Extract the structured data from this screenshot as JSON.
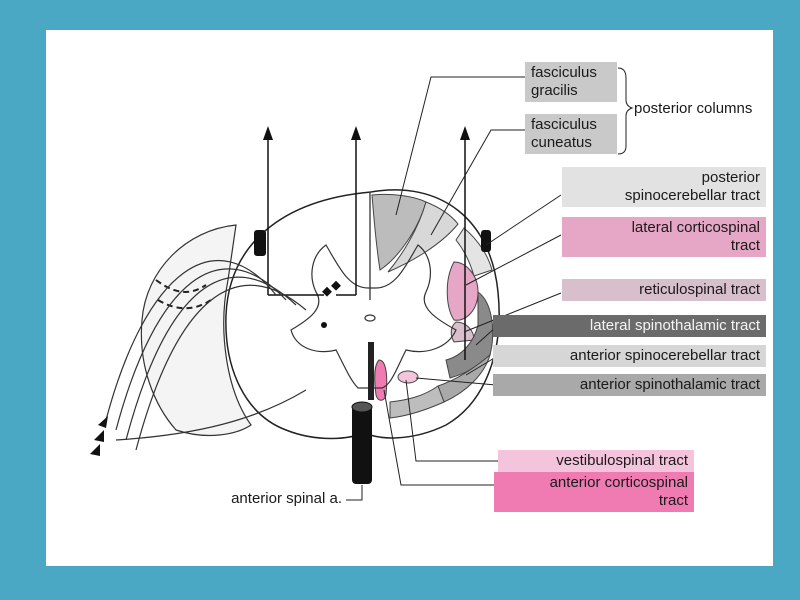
{
  "labels": {
    "fasciculus_gracilis": "fasciculus\ngracilis",
    "fasciculus_cuneatus": "fasciculus\ncuneatus",
    "posterior_columns": "posterior columns",
    "posterior_spinocerebellar": "posterior\nspinocerebellar tract",
    "lateral_corticospinal": "lateral corticospinal\ntract",
    "reticulospinal": "reticulospinal tract",
    "lateral_spinothalamic": "lateral spinothalamic tract",
    "anterior_spinocerebellar": "anterior spinocerebellar tract",
    "anterior_spinothalamic": "anterior spinothalamic tract",
    "vestibulospinal": "vestibulospinal tract",
    "anterior_corticospinal": "anterior corticospinal\ntract",
    "anterior_spinal_artery": "anterior spinal a."
  },
  "colors": {
    "frame": "#4aa8c4",
    "grey_tract": "#c9c9c9",
    "pink_tract": "#e6a6c6",
    "hot_pink_tract": "#ef7bb2",
    "dark_tract": "#6b6b6b"
  }
}
